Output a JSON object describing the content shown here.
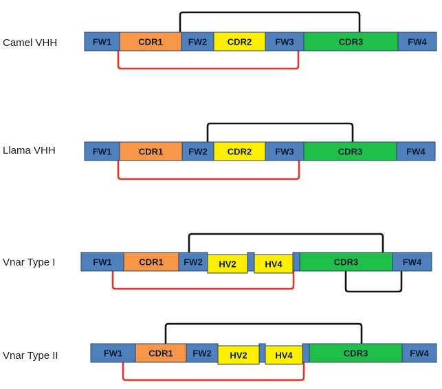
{
  "colors": {
    "fw": "#4f81bd",
    "cdr1": "#f79646",
    "cdr2": "#ffee00",
    "cdr3": "#1fbf4a",
    "hv": "#ffee00",
    "segment_border": "#2a3f66",
    "black_bond": "#111111",
    "red_bond": "#e8322c"
  },
  "rows": [
    {
      "label": "Camel VHH",
      "segments": [
        {
          "text": "FW1",
          "kind": "fw"
        },
        {
          "text": "CDR1",
          "kind": "cdr1"
        },
        {
          "text": "FW2",
          "kind": "fw"
        },
        {
          "text": "CDR2",
          "kind": "cdr2"
        },
        {
          "text": "FW3",
          "kind": "fw"
        },
        {
          "text": "CDR3",
          "kind": "cdr3"
        },
        {
          "text": "FW4",
          "kind": "fw"
        }
      ]
    },
    {
      "label": "Llama VHH",
      "segments": [
        {
          "text": "FW1",
          "kind": "fw"
        },
        {
          "text": "CDR1",
          "kind": "cdr1"
        },
        {
          "text": "FW2",
          "kind": "fw"
        },
        {
          "text": "CDR2",
          "kind": "cdr2"
        },
        {
          "text": "FW3",
          "kind": "fw"
        },
        {
          "text": "CDR3",
          "kind": "cdr3"
        },
        {
          "text": "FW4",
          "kind": "fw"
        }
      ]
    },
    {
      "label": "Vnar Type I",
      "segments": [
        {
          "text": "FW1",
          "kind": "fw"
        },
        {
          "text": "CDR1",
          "kind": "cdr1"
        },
        {
          "text": "FW2",
          "kind": "fw"
        },
        {
          "text": "HV2",
          "kind": "hv"
        },
        {
          "text": "",
          "kind": "fw"
        },
        {
          "text": "HV4",
          "kind": "hv"
        },
        {
          "text": "",
          "kind": "fw"
        },
        {
          "text": "CDR3",
          "kind": "cdr3"
        },
        {
          "text": "FW4",
          "kind": "fw"
        }
      ]
    },
    {
      "label": "Vnar Type II",
      "segments": [
        {
          "text": "FW1",
          "kind": "fw"
        },
        {
          "text": "CDR1",
          "kind": "cdr1"
        },
        {
          "text": "FW2",
          "kind": "fw"
        },
        {
          "text": "HV2",
          "kind": "hv"
        },
        {
          "text": "",
          "kind": "fw"
        },
        {
          "text": "HV4",
          "kind": "hv"
        },
        {
          "text": "",
          "kind": "fw"
        },
        {
          "text": "CDR3",
          "kind": "cdr3"
        },
        {
          "text": "FW4",
          "kind": "fw"
        }
      ]
    }
  ]
}
